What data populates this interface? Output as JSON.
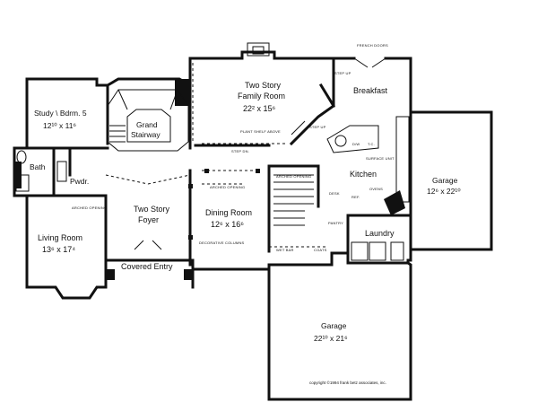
{
  "rooms": {
    "study": {
      "name": "Study \\ Bdrm. 5",
      "dims": "12¹⁰ x 11⁶"
    },
    "bath": {
      "name": "Bath"
    },
    "pwdr": {
      "name": "Pwdr."
    },
    "grand_stairway": {
      "name1": "Grand",
      "name2": "Stairway"
    },
    "family": {
      "name1": "Two Story",
      "name2": "Family Room",
      "dims": "22² x 15⁶"
    },
    "breakfast": {
      "name": "Breakfast"
    },
    "kitchen": {
      "name": "Kitchen"
    },
    "foyer": {
      "name1": "Two Story",
      "name2": "Foyer"
    },
    "living": {
      "name": "Living Room",
      "dims": "13⁶ x 17⁴"
    },
    "dining": {
      "name": "Dining Room",
      "dims": "12⁶ x 16⁶"
    },
    "covered_entry": {
      "name": "Covered Entry"
    },
    "laundry": {
      "name": "Laundry"
    },
    "garage_side": {
      "name": "Garage",
      "dims": "12⁶ x 22¹⁰"
    },
    "garage_main": {
      "name": "Garage",
      "dims": "22¹⁰ x 21⁶"
    }
  },
  "notes": {
    "french_doors": "FRENCH DOORS",
    "step_up_1": "STEP UP",
    "step_up_2": "STEP UP",
    "step_dn": "STEP DN.",
    "plant_shelf": "PLANT SHELF ABOVE",
    "arched_opening_1": "ARCHED OPENING",
    "arched_opening_2": "ARCHED OPENING",
    "arched_opening_3": "ARCHED OPENING",
    "decorative_columns": "DECORATIVE COLUMNS",
    "wet_bar": "WET BAR",
    "coats": "COATS",
    "pantry": "PANTRY",
    "desk": "DESK",
    "ref": "REF.",
    "ovens": "OVENS",
    "surface_unit": "SURFACE UNIT",
    "dw": "D/W",
    "tc": "T.C.",
    "copyright": "copyright ©1994 frank betz associates, inc."
  }
}
